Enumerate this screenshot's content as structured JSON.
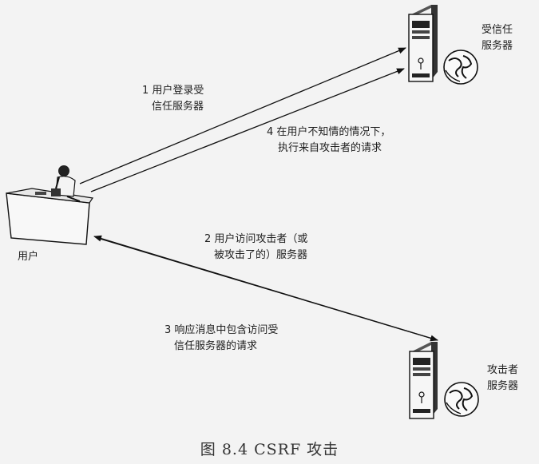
{
  "nodes": {
    "trusted_server": [
      "受信任",
      "服务器"
    ],
    "attacker_server": [
      "攻击者",
      "服务器"
    ],
    "user": "用户"
  },
  "steps": {
    "s1": [
      "1  用户登录受",
      "信任服务器"
    ],
    "s2": [
      "2  用户访问攻击者（或",
      "被攻击了的）服务器"
    ],
    "s3": [
      "3  响应消息中包含访问受",
      "信任服务器的请求"
    ],
    "s4": [
      "4  在用户不知情的情况下，",
      "执行来自攻击者的请求"
    ]
  },
  "caption": "图 8.4    CSRF 攻击"
}
